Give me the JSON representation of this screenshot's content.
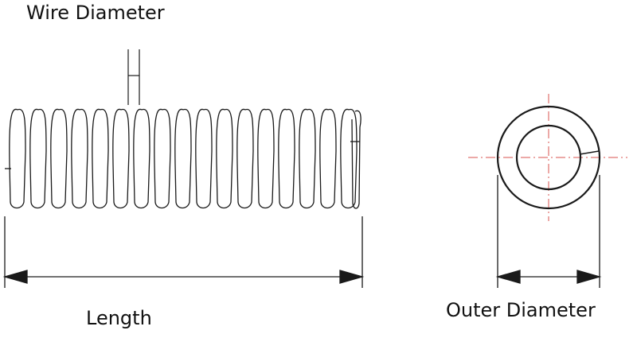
{
  "labels": {
    "wire_diameter": "Wire Diameter",
    "length": "Length",
    "outer_diameter": "Outer Diameter"
  },
  "colors": {
    "line": "#1a1a1a",
    "centerline": "#d9534f",
    "background": "#ffffff"
  }
}
